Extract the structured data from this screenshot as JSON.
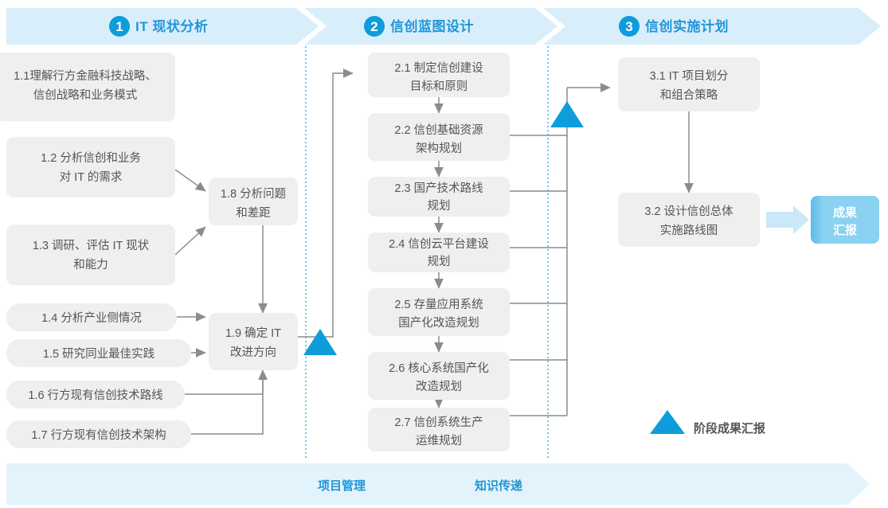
{
  "phases": [
    {
      "num": "1",
      "label": "IT 现状分析"
    },
    {
      "num": "2",
      "label": "信创蓝图设计"
    },
    {
      "num": "3",
      "label": "信创实施计划"
    }
  ],
  "phase1_boxes": [
    {
      "id": "1.1",
      "lines": [
        "1.1理解行方金融科技战略、",
        "信创战略和业务模式"
      ]
    },
    {
      "id": "1.2",
      "lines": [
        "1.2 分析信创和业务",
        "对 IT 的需求"
      ]
    },
    {
      "id": "1.3",
      "lines": [
        "1.3 调研、评估 IT 现状",
        "和能力"
      ]
    },
    {
      "id": "1.4",
      "lines": [
        "1.4 分析产业侧情况"
      ]
    },
    {
      "id": "1.5",
      "lines": [
        "1.5 研究同业最佳实践"
      ]
    },
    {
      "id": "1.6",
      "lines": [
        "1.6 行方现有信创技术路线"
      ]
    },
    {
      "id": "1.7",
      "lines": [
        "1.7 行方现有信创技术架构"
      ]
    },
    {
      "id": "1.8",
      "lines": [
        "1.8 分析问题",
        "和差距"
      ]
    },
    {
      "id": "1.9",
      "lines": [
        "1.9 确定 IT",
        "改进方向"
      ]
    }
  ],
  "phase2_boxes": [
    {
      "id": "2.1",
      "lines": [
        "2.1 制定信创建设",
        "目标和原则"
      ]
    },
    {
      "id": "2.2",
      "lines": [
        "2.2 信创基础资源",
        "架构规划"
      ]
    },
    {
      "id": "2.3",
      "lines": [
        "2.3 国产技术路线",
        "规划"
      ]
    },
    {
      "id": "2.4",
      "lines": [
        "2.4 信创云平台建设",
        "规划"
      ]
    },
    {
      "id": "2.5",
      "lines": [
        "2.5 存量应用系统",
        "国产化改造规划"
      ]
    },
    {
      "id": "2.6",
      "lines": [
        "2.6 核心系统国产化",
        "改造规划"
      ]
    },
    {
      "id": "2.7",
      "lines": [
        "2.7 信创系统生产",
        "运维规划"
      ]
    }
  ],
  "phase3_boxes": [
    {
      "id": "3.1",
      "lines": [
        "3.1 IT 项目划分",
        "和组合策略"
      ]
    },
    {
      "id": "3.2",
      "lines": [
        "3.2 设计信创总体",
        "实施路线图"
      ]
    }
  ],
  "result": {
    "lines": [
      "成果",
      "汇报"
    ]
  },
  "legend": {
    "label": "阶段成果汇报",
    "marker": "triangle-up-icon"
  },
  "footer": {
    "items": [
      "项目管理",
      "知识传递"
    ]
  },
  "colors": {
    "accent": "#2196d9",
    "header_band": "#d9eefb",
    "footer_band": "#e3f3fb",
    "box_fill": "#efefef",
    "box_text": "#555555",
    "connector": "#8c8c8c",
    "divider": "#4fb3e8",
    "result_fill": "#7fcdf0",
    "result_arrow": "#cbe8f8",
    "marker": "#0d9ddb"
  }
}
